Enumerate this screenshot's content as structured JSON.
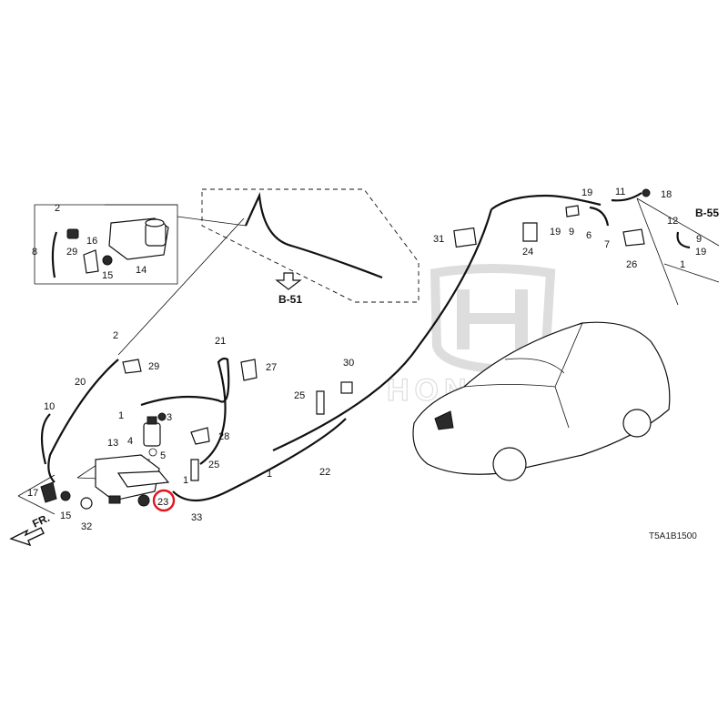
{
  "diagram": {
    "diagram_code": "T5A1B1500",
    "front_arrow_label": "FR.",
    "references": [
      "B-51",
      "B-55"
    ],
    "watermark_text": "HONDA",
    "highlight_color": "#e0141c",
    "highlighted_part": "23",
    "callouts": {
      "c2a": "2",
      "c8": "8",
      "c29a": "29",
      "c16": "16",
      "c15a": "15",
      "c14": "14",
      "c2b": "2",
      "c29b": "29",
      "c20": "20",
      "c10": "10",
      "c1a": "1",
      "c3": "3",
      "c4": "4",
      "c5": "5",
      "c13": "13",
      "c17": "17",
      "c15b": "15",
      "c32": "32",
      "c23": "23",
      "c33": "33",
      "c1b": "1",
      "c25a": "25",
      "c28": "28",
      "c21": "21",
      "c27": "27",
      "c30": "30",
      "c25b": "25",
      "c1c": "1",
      "c22": "22",
      "c31": "31",
      "c24": "24",
      "c19a": "19",
      "c19b": "19",
      "c9a": "9",
      "c6": "6",
      "c7": "7",
      "c11": "11",
      "c18": "18",
      "c26": "26",
      "c12": "12",
      "c9b": "9",
      "c1d": "1",
      "c19c": "19"
    }
  }
}
